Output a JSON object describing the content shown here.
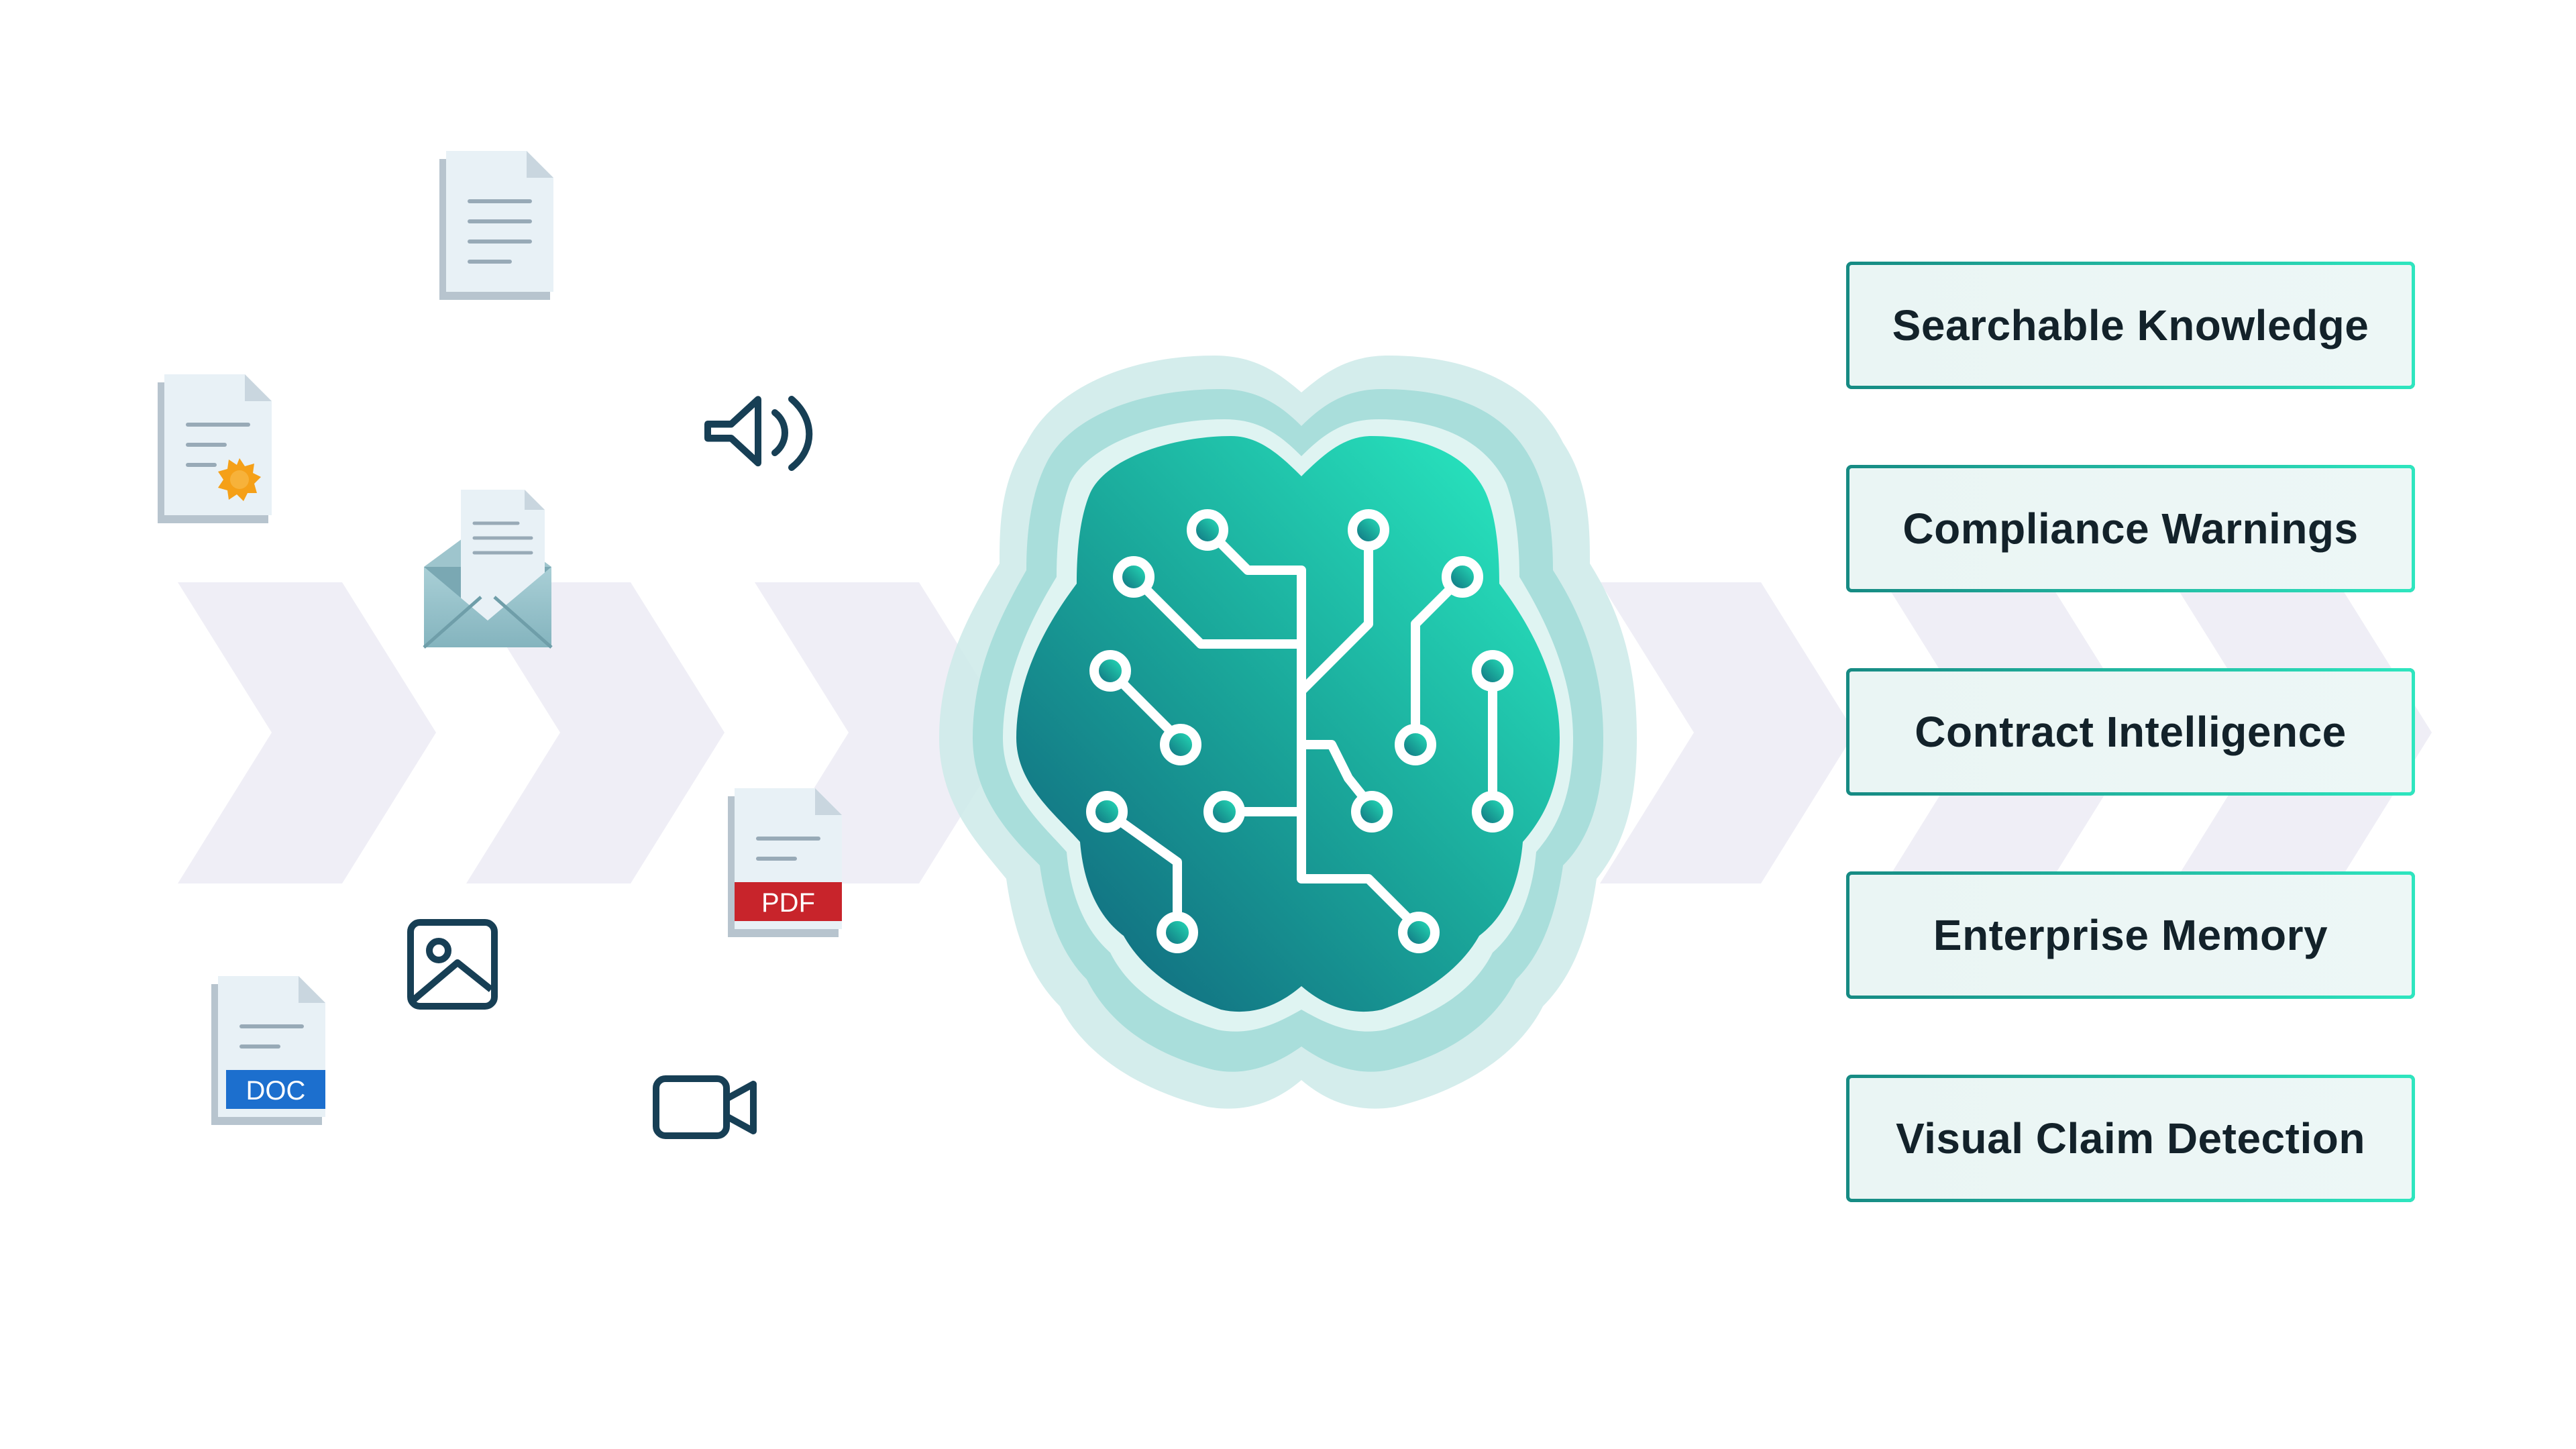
{
  "colors": {
    "chevron": "#efeef6",
    "teal_dark": "#137080",
    "teal_light": "#2ae8c0",
    "icon_stroke": "#173f55",
    "pdf_red": "#c8242b",
    "doc_blue": "#1c6fce",
    "seal_orange": "#f5a018"
  },
  "inputs": {
    "icons": [
      "text-document-icon",
      "certificate-document-icon",
      "speaker-audio-icon",
      "email-envelope-icon",
      "pdf-document-icon",
      "image-icon",
      "doc-document-icon",
      "video-camera-icon"
    ],
    "pdf_badge": "PDF",
    "doc_badge": "DOC"
  },
  "processor": {
    "icon": "circuit-brain-icon"
  },
  "outputs": [
    {
      "label": "Searchable Knowledge"
    },
    {
      "label": "Compliance Warnings"
    },
    {
      "label": "Contract Intelligence"
    },
    {
      "label": "Enterprise Memory"
    },
    {
      "label": "Visual Claim Detection"
    }
  ]
}
